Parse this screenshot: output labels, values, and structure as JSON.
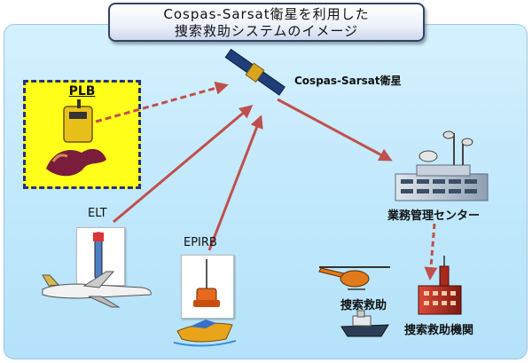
{
  "title": {
    "line1": "Cospas-Sarsat衛星を利用した",
    "line2": "捜索救助システムのイメージ"
  },
  "nodes": {
    "satellite": "Cospas-Sarsat衛星",
    "plb": "PLB",
    "elt": "ELT",
    "epirb": "EPIRB",
    "center": "業務管理センター",
    "search_rescue": "捜索救助",
    "agency": "捜索救助機関"
  },
  "colors": {
    "arrow": "#c0504d",
    "plb_background": "#ffff1a",
    "plb_border": "#25337a",
    "title_border": "#2f4468"
  }
}
